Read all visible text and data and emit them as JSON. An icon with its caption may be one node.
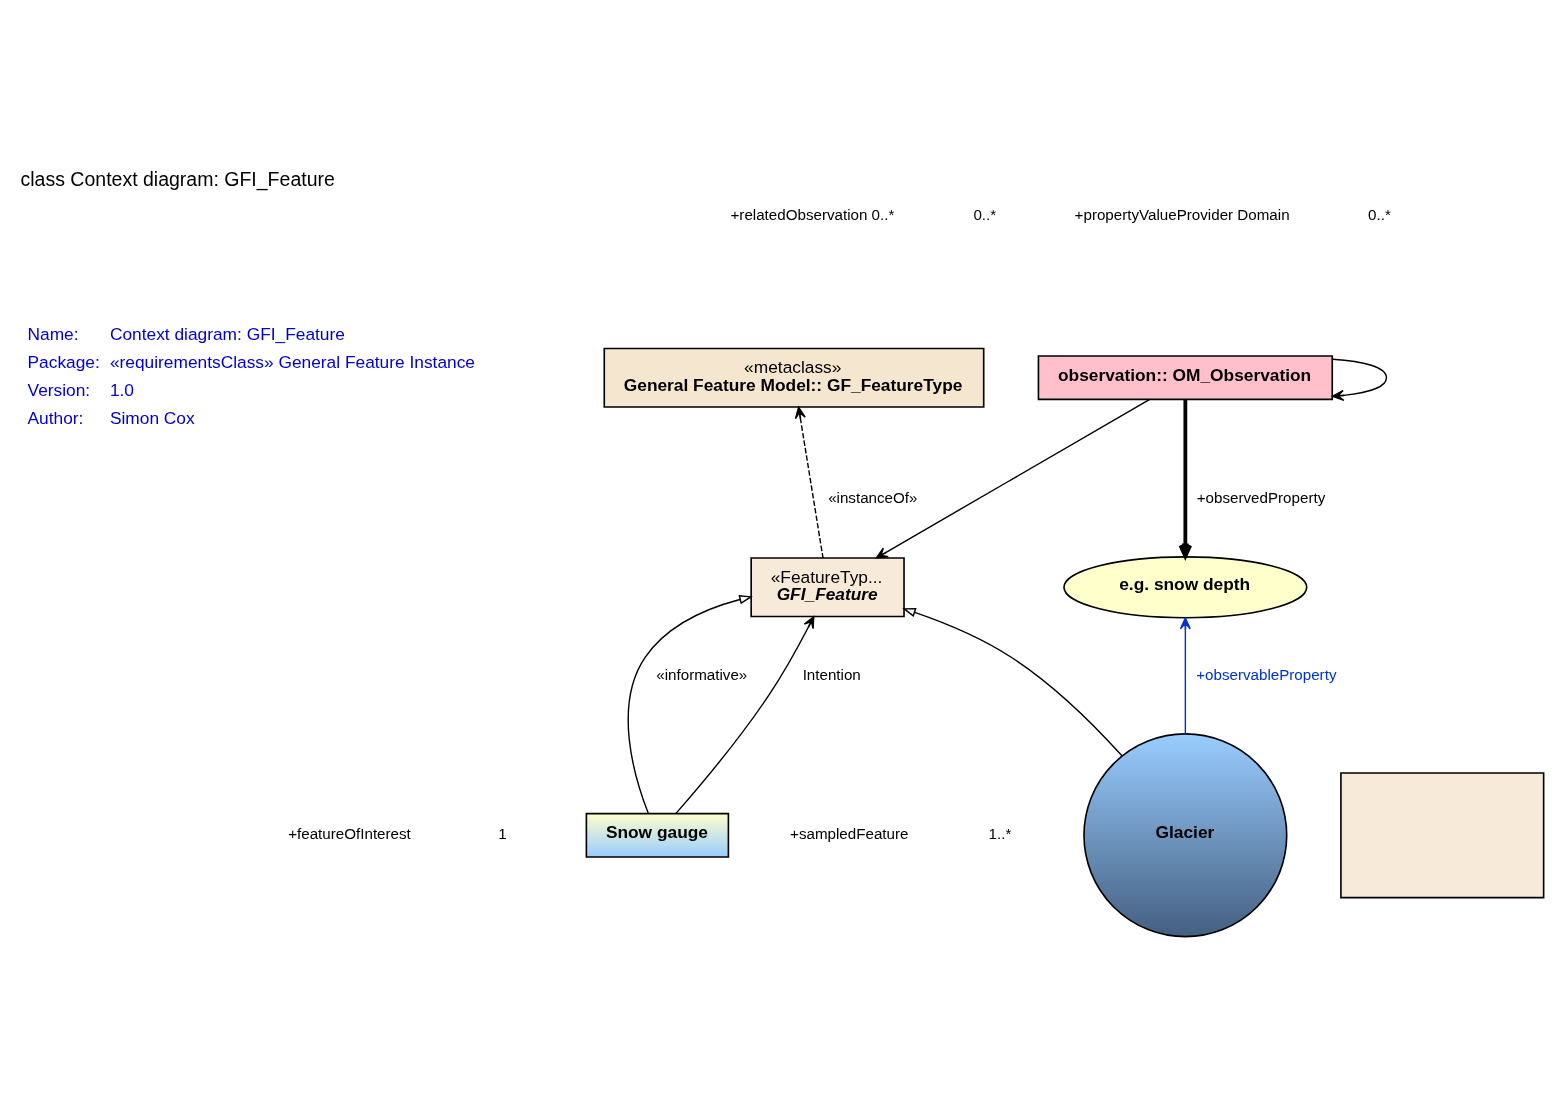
{
  "diagram": {
    "title": "class Context diagram: GFI_Feature",
    "nodes": [
      {
        "text": [
          "«metaclass»",
          "General Feature Model:: GF_FeatureType"
        ]
      },
      {
        "text": [
          "observation:: OM_Observation"
        ]
      },
      {
        "text": [
          "«FeatureTyp...",
          "GFI_Feature"
        ]
      },
      {
        "text": [
          "e.g. snow depth"
        ]
      },
      {
        "text": [
          "Snow gauge"
        ]
      },
      {
        "text": [],
        "shape": "box"
      },
      {
        "text": [
          "Glacier"
        ]
      }
    ],
    "edges": [
      {
        "from": 2,
        "to": 0,
        "arrow": "to",
        "style": "dashed",
        "label": "«instanceOf»"
      },
      {
        "from": 1,
        "to": 2,
        "arrow": "to"
      },
      {
        "from": 1,
        "to": 1,
        "arrow": "to"
      },
      {
        "from": 1,
        "to": 3,
        "arrow": "to",
        "style": "thick",
        "label": "+observedProperty"
      },
      {
        "from": 4,
        "to": 2,
        "arrow": "to",
        "label": "Intention"
      },
      {
        "from": 4,
        "to": 2,
        "arrow": "to",
        "label": "«informative»"
      },
      {
        "from": 6,
        "to": 2,
        "arrow": "to"
      },
      {
        "from": 6,
        "to": 3,
        "arrow": "to",
        "color": "#0033cc",
        "label": "+observableProperty"
      }
    ],
    "labels": [
      "Name:",
      "Context diagram: GFI_Feature",
      "Package:",
      "«requirementsClass» General Feature Instance",
      "Version:",
      "1.0",
      "Author:",
      "Simon Cox",
      "+relatedObservation 0..*",
      "0..*",
      "+propertyValueProvider Domain",
      "0..*",
      "+featureOfInterest",
      "1",
      "+sampledFeature",
      "1..*"
    ]
  }
}
